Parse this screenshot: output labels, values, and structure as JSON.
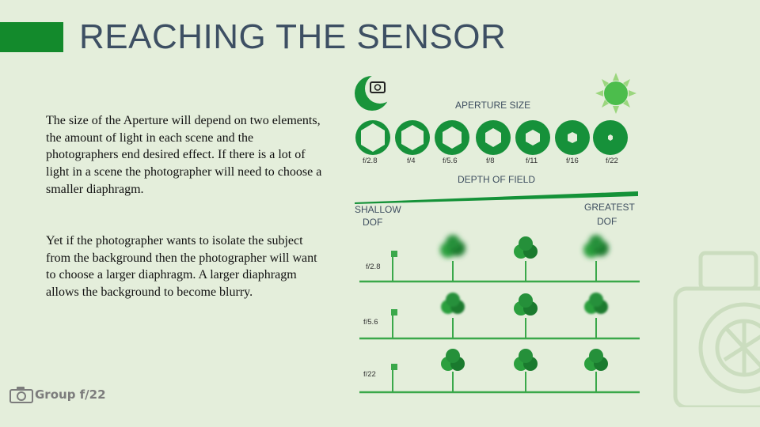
{
  "slide": {
    "title": "REACHING THE SENSOR",
    "paragraph1": "The size of the Aperture will depend on two elements, the amount of light in each scene and the photographers end desired effect. If there is a lot of light in a scene the photographer will need to choose a smaller diaphragm.",
    "paragraph2": "Yet if the photographer wants to isolate the subject from the background then the photographer will want to choose a larger diaphragm.  A larger diaphragm allows the background to become blurry.",
    "logo_text": "Group f/22",
    "accent_color": "#138a2c"
  },
  "infographic": {
    "aperture_title": "APERTURE SIZE",
    "stops": [
      "f/2.8",
      "f/4",
      "f/5.6",
      "f/8",
      "f/11",
      "f/16",
      "f/22"
    ],
    "dof_title": "DEPTH OF FIELD",
    "shallow_label_1": "SHALLOW",
    "shallow_label_2": "DOF",
    "greatest_label_1": "GREATEST",
    "greatest_label_2": "DOF",
    "rows": [
      {
        "stop": "f/2.8",
        "background_sharpness": "blurred"
      },
      {
        "stop": "f/5.6",
        "background_sharpness": "partially sharp"
      },
      {
        "stop": "f/22",
        "background_sharpness": "sharp"
      }
    ],
    "icons": [
      "moon-camera-icon",
      "sun-icon",
      "camera-watermark-icon"
    ]
  }
}
